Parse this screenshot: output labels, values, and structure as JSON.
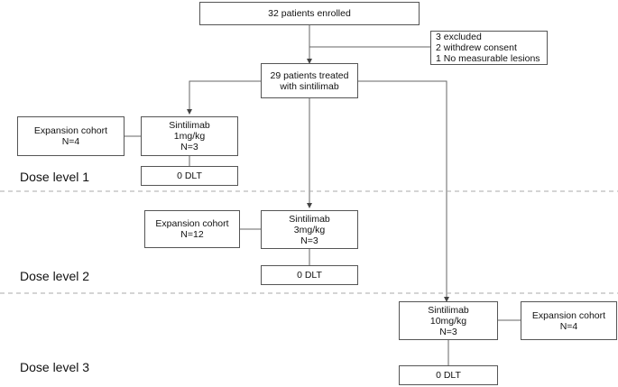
{
  "enrolled": {
    "lines": [
      "32 patients enrolled"
    ]
  },
  "excluded": {
    "lines": [
      "3 excluded",
      "2 withdrew consent",
      "1 No measurable lesions"
    ]
  },
  "treated": {
    "lines": [
      "29 patients treated",
      "with sintilimab"
    ]
  },
  "level1": {
    "label": "Dose level 1",
    "dose_box": {
      "lines": [
        "Sintilimab",
        "1mg/kg",
        "N=3"
      ]
    },
    "expansion_box": {
      "lines": [
        "Expansion cohort",
        "N=4"
      ]
    },
    "dlt": "0 DLT"
  },
  "level2": {
    "label": "Dose level 2",
    "dose_box": {
      "lines": [
        "Sintilimab",
        "3mg/kg",
        "N=3"
      ]
    },
    "expansion_box": {
      "lines": [
        "Expansion cohort",
        "N=12"
      ]
    },
    "dlt": "0 DLT"
  },
  "level3": {
    "label": "Dose level 3",
    "dose_box": {
      "lines": [
        "Sintilimab",
        "10mg/kg",
        "N=3"
      ]
    },
    "expansion_box": {
      "lines": [
        "Expansion cohort",
        "N=4"
      ]
    },
    "dlt": "0 DLT"
  }
}
